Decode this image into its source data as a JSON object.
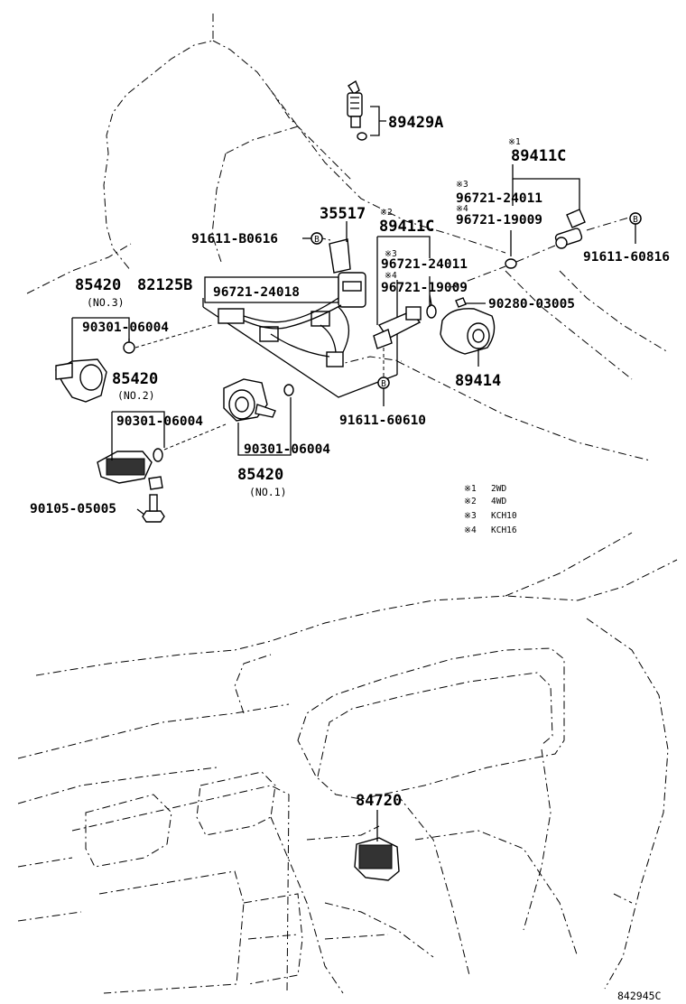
{
  "parts": {
    "p89429A": "89429A",
    "p89411C_top": "89411C",
    "p96721_24011_a": "96721-24011",
    "p96721_19009_a": "96721-19009",
    "p91611_60816": "91611-60816",
    "p35517": "35517",
    "p89411C_mid": "89411C",
    "p91611_B0616": "91611-B0616",
    "p96721_24011_b": "96721-24011",
    "p96721_19009_b": "96721-19009",
    "p90280_03005": "90280-03005",
    "p85420_a": "85420",
    "p82125B": "82125B",
    "no3": "(NO.3)",
    "p96721_24018": "96721-24018",
    "p90301_06004_a": "90301-06004",
    "p85420_b": "85420",
    "no2": "(NO.2)",
    "p89414": "89414",
    "p90301_06004_b": "90301-06004",
    "p91611_60610": "91611-60610",
    "p90301_06004_c": "90301-06004",
    "p85420_c": "85420",
    "no1": "(NO.1)",
    "p90105_05005": "90105-05005",
    "p84720": "84720",
    "drawing_no": "842945C"
  },
  "marks": {
    "m1": "※1",
    "m2": "※2",
    "m3a": "※3",
    "m4a": "※4",
    "m3b": "※3",
    "m4b": "※4"
  },
  "legend": [
    {
      "mark": "※1",
      "text": "2WD"
    },
    {
      "mark": "※2",
      "text": "4WD"
    },
    {
      "mark": "※3",
      "text": "KCH10"
    },
    {
      "mark": "※4",
      "text": "KCH16"
    }
  ],
  "callouts": {
    "b1": "B",
    "b2": "B",
    "b3": "B"
  }
}
